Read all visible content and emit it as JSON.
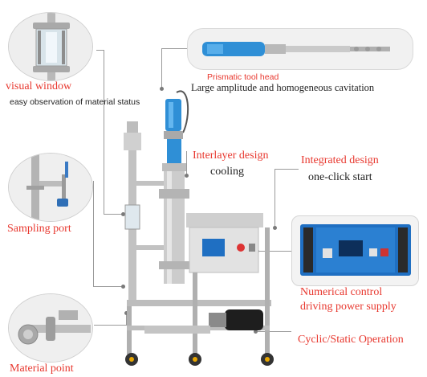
{
  "labels": {
    "visual_window": {
      "title": "visual window",
      "desc": "easy observation of material status"
    },
    "prismatic": {
      "title": "Prismatic tool head",
      "desc": "Large amplitude and homogeneous cavitation"
    },
    "interlayer": {
      "title": "Interlayer design",
      "desc": "cooling"
    },
    "integrated": {
      "title": "Integrated design",
      "desc": "one-click start"
    },
    "sampling": {
      "title": "Sampling port"
    },
    "numerical": {
      "line1": "Numerical control",
      "line2": "driving power supply"
    },
    "cyclic": {
      "title": "Cyclic/Static Operation"
    },
    "material": {
      "title": "Material point"
    }
  },
  "colors": {
    "accent": "#e8382f",
    "text": "#222222",
    "leader": "#9a9a9a",
    "steel": "#c9c9c9",
    "blue": "#2f8fd6",
    "power": "#1f6fc2"
  }
}
